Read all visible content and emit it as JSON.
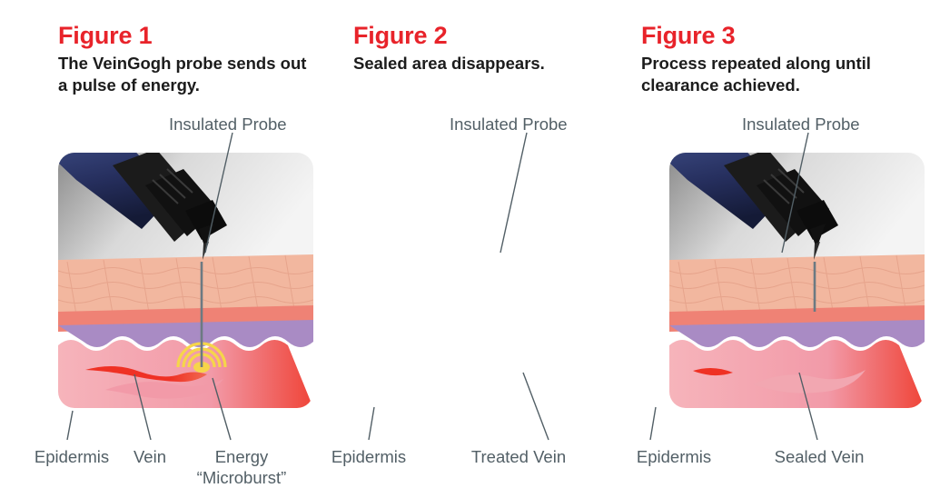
{
  "figures": [
    {
      "title": "Figure 1",
      "caption": "The VeinGogh probe sends out a pulse of energy.",
      "probe_label": "Insulated Probe",
      "labels": [
        {
          "text": "Epidermis"
        },
        {
          "text": "Vein"
        },
        {
          "text": "Energy"
        },
        {
          "text": "“Microburst”"
        }
      ]
    },
    {
      "title": "Figure 2",
      "caption": "Sealed area disappears.",
      "probe_label": "Insulated Probe",
      "labels": [
        {
          "text": "Epidermis"
        },
        {
          "text": "Treated Vein"
        }
      ]
    },
    {
      "title": "Figure 3",
      "caption": "Process repeated along until clearance achieved.",
      "probe_label": "Insulated Probe",
      "labels": [
        {
          "text": "Epidermis"
        },
        {
          "text": "Sealed Vein"
        }
      ]
    }
  ],
  "colors": {
    "title_red": "#e8232a",
    "caption_black": "#1c1c1c",
    "label_gray": "#525f66",
    "epidermis": "#f2b79f",
    "dermis_band": "#ef8275",
    "subcutaneous": "#a98bc4",
    "deep_tissue": "#f2a0ab",
    "vein_red": "#ef3124",
    "probe_navy": "#2d3a6e",
    "probe_black": "#171717",
    "energy_yellow": "#f6d54a",
    "background": "#ffffff"
  }
}
